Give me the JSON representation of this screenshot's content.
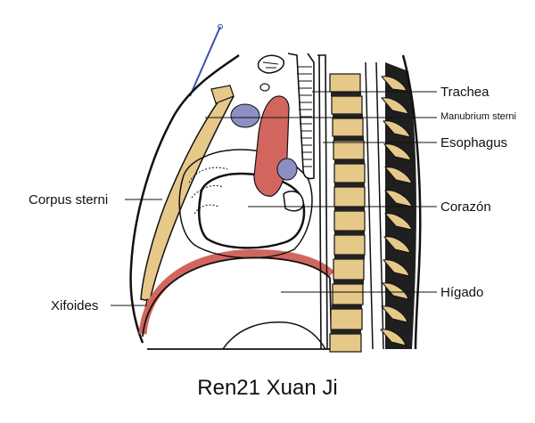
{
  "labels": {
    "trachea": "Trachea",
    "manubrium": "Manubrium sterni",
    "esophagus": "Esophagus",
    "corazon": "Corazón",
    "higado": "Hígado",
    "corpus_sterni": "Corpus sterni",
    "xifoides": "Xifoides"
  },
  "caption": "Ren21 Xuan Ji",
  "colors": {
    "vertebra": "#e6c888",
    "artery": "#d2665f",
    "vein": "#8d8fc4",
    "outline": "#111111",
    "needle": "#3a4fb0",
    "background": "#ffffff"
  }
}
